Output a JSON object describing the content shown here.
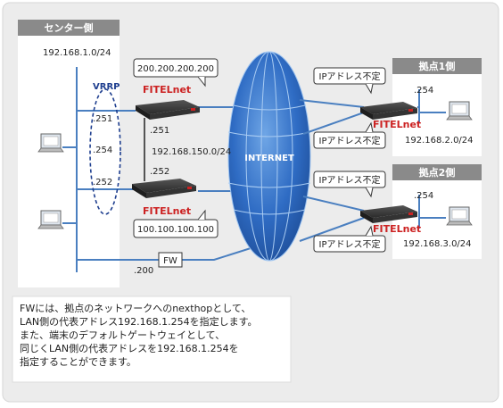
{
  "center_site": {
    "title": "センター側",
    "subnet": "192.168.1.0/24"
  },
  "vrrp": {
    "label": "VRRP",
    "addr_upper": ".251",
    "addr_virtual": ".254",
    "addr_lower": ".252"
  },
  "router_upper": {
    "brand": "FITELnet",
    "wan_ip": "200.200.200.200",
    "lan_side_addr": ".251"
  },
  "router_lower": {
    "brand": "FITELnet",
    "wan_ip": "100.100.100.100",
    "lan_side_addr": ".252"
  },
  "sync_subnet": "192.168.150.0/24",
  "firewall": {
    "label": "FW",
    "addr": ".200"
  },
  "internet_label": "INTERNET",
  "site1": {
    "title": "拠点1側",
    "router_brand": "FITELnet",
    "lan_addr": ".254",
    "subnet": "192.168.2.0/24",
    "ip_upper": "IPアドレス不定",
    "ip_lower": "IPアドレス不定"
  },
  "site2": {
    "title": "拠点2側",
    "router_brand": "FITELnet",
    "lan_addr": ".254",
    "subnet": "192.168.3.0/24",
    "ip_upper": "IPアドレス不定",
    "ip_lower": "IPアドレス不定"
  },
  "note_lines": [
    "FWには、拠点のネットワークへのnexthopとして、",
    "LAN側の代表アドレス192.168.1.254を指定します。",
    "また、端末のデフォルトゲートウェイとして、",
    "同じくLAN側の代表アドレスを192.168.1.254を",
    "指定することができます。"
  ],
  "colors": {
    "brand_red": "#cc2222",
    "line_blue": "#4a7fc0",
    "panel_gray": "#ececec",
    "header_gray": "#8a8a8a"
  }
}
